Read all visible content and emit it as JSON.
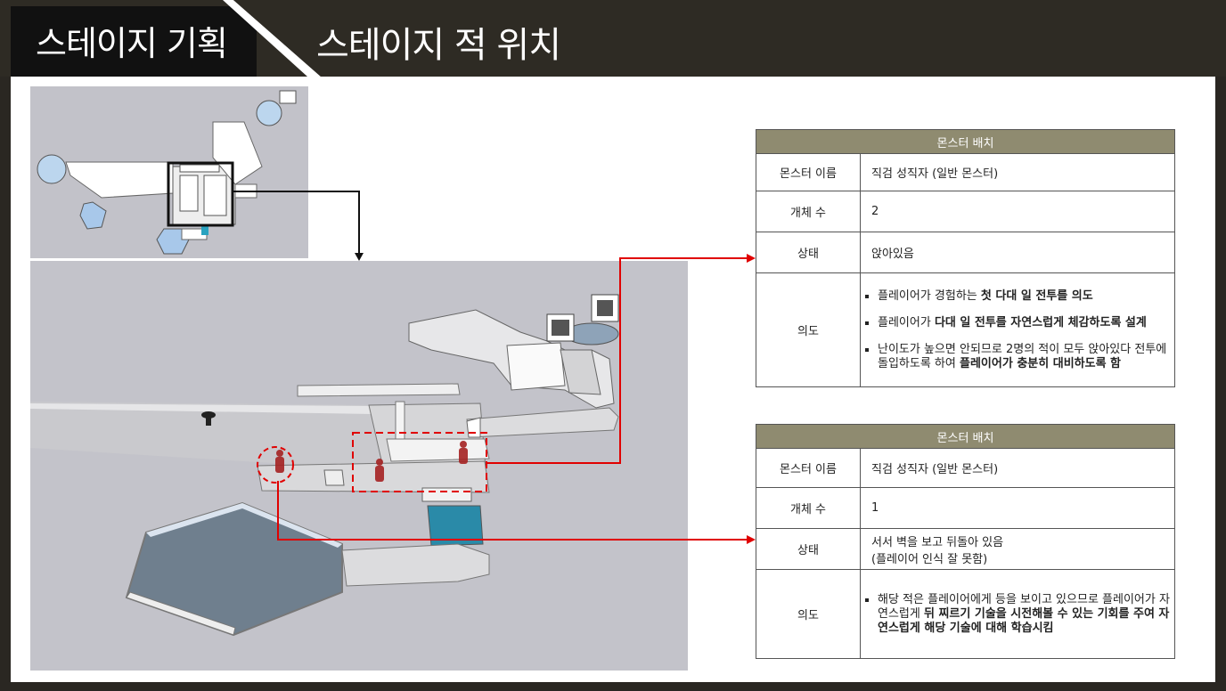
{
  "header": {
    "title_main": "스테이지 기획",
    "title_sub": "스테이지 적 위치"
  },
  "table1": {
    "heading": "몬스터 배치",
    "rows": {
      "name_label": "몬스터 이름",
      "name_value": "직검 성직자 (일반 몬스터)",
      "count_label": "개체 수",
      "count_value": "2",
      "state_label": "상태",
      "state_value": "앉아있음",
      "intent_label": "의도"
    },
    "intent": [
      {
        "plain": "플레이어가 경험하는 ",
        "bold": "첫 다대 일 전투를 의도"
      },
      {
        "plain": "플레이어가 ",
        "bold": "다대 일 전투를 자연스럽게 체감하도록 설계"
      },
      {
        "plain": " 난이도가 높으면 안되므로 2명의 적이 모두 앉아있다 전투에 돌입하도록 하여 ",
        "bold": "플레이어가 충분히 대비하도록 함"
      }
    ]
  },
  "table2": {
    "heading": "몬스터 배치",
    "rows": {
      "name_label": "몬스터 이름",
      "name_value": "직검 성직자 (일반 몬스터)",
      "count_label": "개체 수",
      "count_value": "1",
      "state_label": "상태",
      "state_value_line1": "서서 벽을 보고 뒤돌아 있음",
      "state_value_line2": "(플레이어 인식 잘 못함)",
      "intent_label": "의도"
    },
    "intent": [
      {
        "plain": "해당 적은 플레이어에게 등을 보이고 있으므로 플레이어가 자연스럽게 ",
        "bold": "뒤 찌르기 기술을 시전해볼 수 있는 기회를 주여 자연스럽게 해당 기술에 대해 학습시킴"
      }
    ]
  },
  "colors": {
    "header_bg": "#2e2b24",
    "table_header": "#8f8b70",
    "marker_red": "#e00000",
    "enemy_red": "#a52222",
    "water_blue": "#2a8aa8"
  }
}
